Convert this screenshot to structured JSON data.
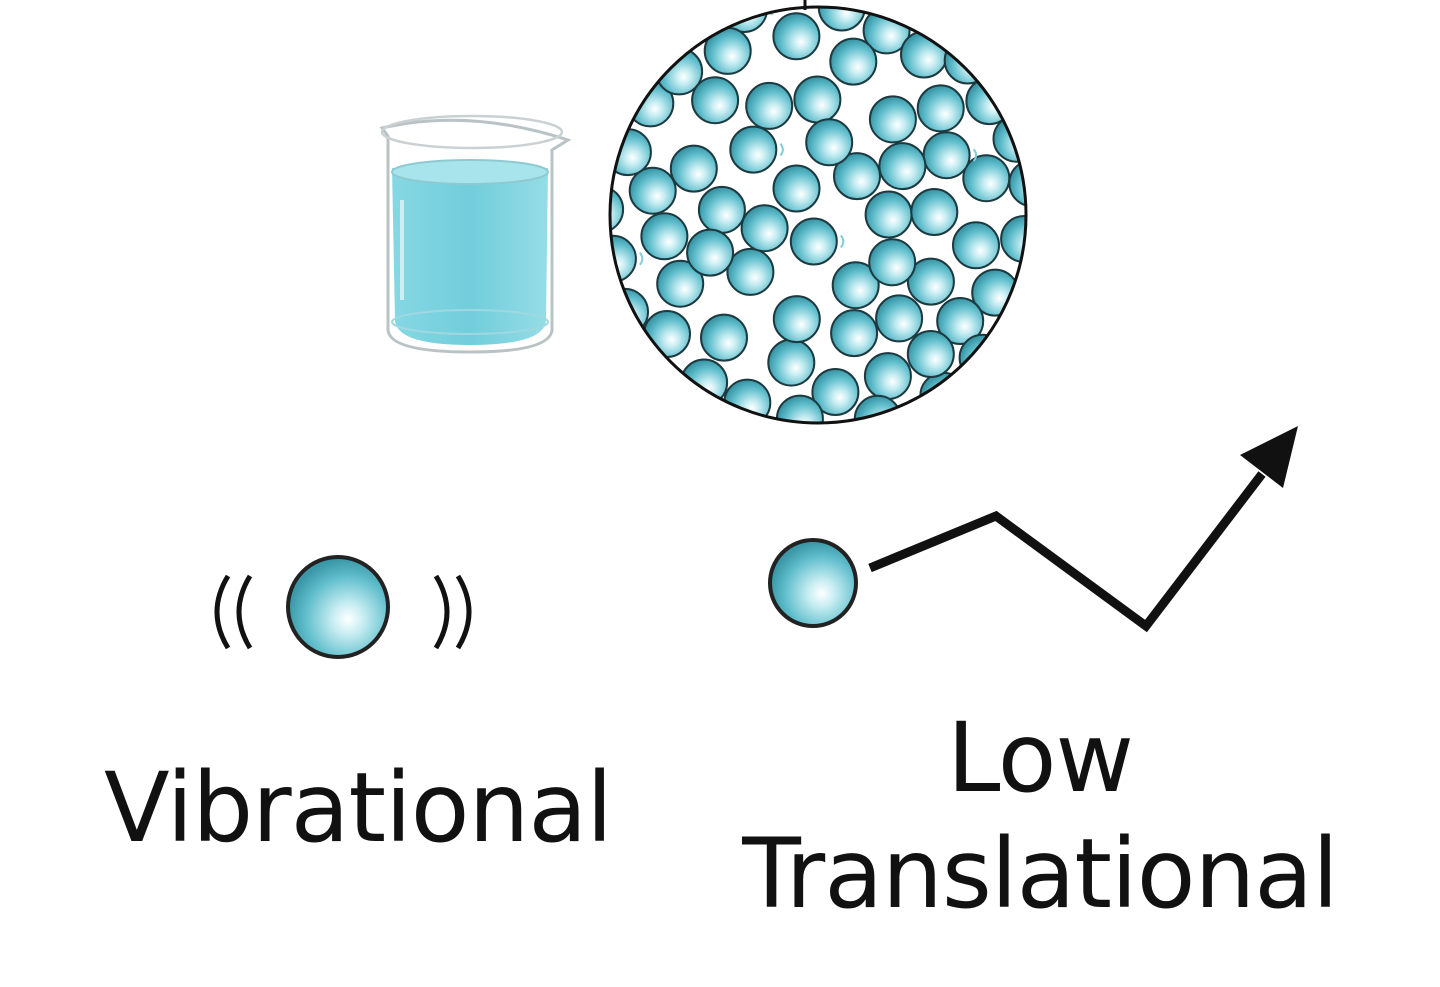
{
  "labels": {
    "vibrational": "Vibrational",
    "translational_line1": "Low",
    "translational_line2": "Translational"
  },
  "icons": {
    "beaker": "beaker-icon",
    "liquid_particles": "liquid-particles-circle",
    "vibrating_particle": "vibrating-particle-icon",
    "moving_particle": "moving-particle-icon",
    "zigzag_arrow": "zigzag-arrow-icon"
  },
  "colors": {
    "particle": "#5bbccb",
    "particle_highlight": "#e8fbfd",
    "liquid": "#6ccfdc",
    "stroke": "#111111"
  }
}
